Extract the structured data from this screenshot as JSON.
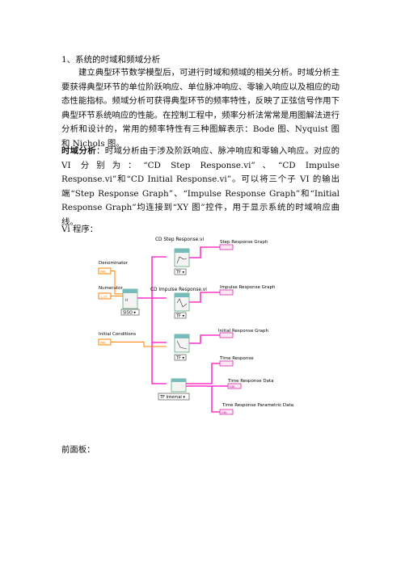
{
  "heading": "1、系统的时域和频域分析",
  "paragraph1": "建立典型环节数学模型后，可进行时域和频域的相关分析。时域分析主要获得典型环节的单位阶跃响应、单位脉冲响应、零输入响应以及相应的动态性能指标。频域分析可获得典型环节的频率特性，反映了正弦信号作用下典型环节系统响应的性能。在控制工程中，频率分析法常常是用图解法进行分析和设计的，常用的频率特性有三种图解表示：Bode 图、Nyquist 图和 Nichols 图。",
  "paragraph2": {
    "bold": "时域分析",
    "text": "：时域分析由于涉及阶跃响应、脉冲响应和零输入响应。对应的 VI 分别为：“CD Step Response.vi”、“CD Impulse Response.vi”和“CD Initial Response.vi”。可以将三个子 VI 的输出端“Step Response Graph”、“Impulse Response Graph”和“Initial Response Graph”均连接到“XY 图”控件，用于显示系统的时域响应曲线。"
  },
  "vi_label": "Vi 程序：",
  "front_label": "前面板：",
  "diagram": {
    "denominator": "Denominator",
    "numerator": "Numerator",
    "initial_conditions": "Initial Conditions",
    "step_vi": "CD Step Response.vi",
    "impulse_vi": "CD Impulse Response.vi",
    "step_graph": "Step Response Graph",
    "impulse_graph": "Impulse Response Graph",
    "initial_graph": "Initial Response Graph",
    "time_response": "Time Response",
    "time_response_data": "Time Response Data",
    "time_response_param": "Time Response Parametric Data",
    "siso": "SISO ▾",
    "tf1": "TF ▾",
    "tf2": "TF ▾",
    "tf3": "TF ▾",
    "tf_internal": "TF Internal ▾",
    "dbl": "DBL",
    "num_term": "1.23"
  },
  "colors": {
    "wire": "#ff33cc",
    "orange": "#ff8000",
    "text": "#111111"
  }
}
